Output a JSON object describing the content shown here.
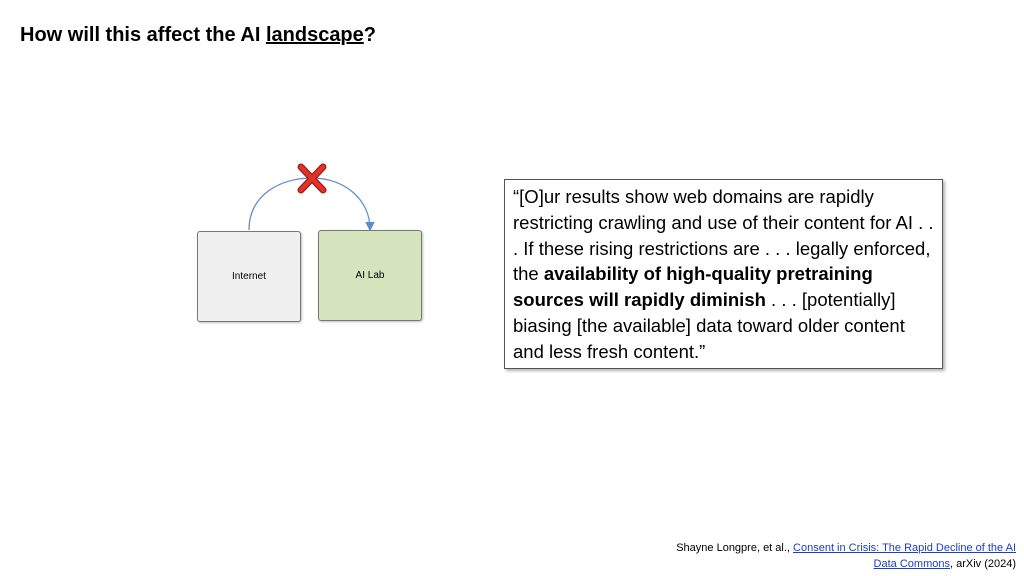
{
  "slide": {
    "title_prefix": "How will this affect the AI ",
    "title_underlined": "landscape",
    "title_suffix": "?"
  },
  "diagram": {
    "source_label": "Internet",
    "target_label": "AI Lab",
    "blocked_icon": "red-x-icon",
    "colors": {
      "x_mark": "#e0312a",
      "arrow": "#5b8cc6",
      "ailab_fill": "#d6e4bd",
      "internet_fill": "#f0f0f0"
    }
  },
  "quote": {
    "part1": "“[O]ur results show web domains are rapidly restricting crawling and use of their content for AI . . . If these rising restrictions are . . . legally enforced, the ",
    "bold": "availability of high-quality pretraining sources will rapidly diminish",
    "part2": " . . . [potentially] biasing [the available] data toward older content and less fresh content.”"
  },
  "citation": {
    "authors": "Shayne Longpre, et al., ",
    "link_text": "Consent in Crisis: The Rapid Decline of the AI Data Commons",
    "venue": ", arXiv (2024)",
    "link_color": "#1a3ec4"
  }
}
